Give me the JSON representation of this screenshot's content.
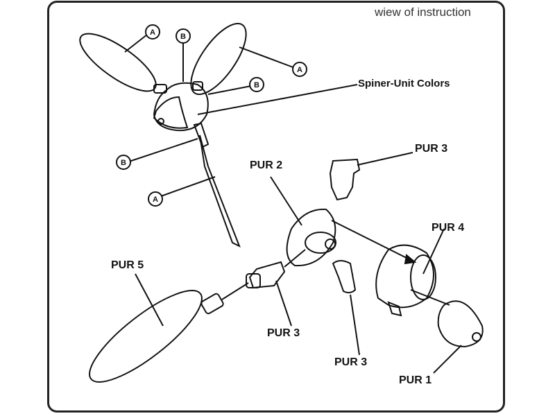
{
  "title": "wiew of instruction",
  "callout_labels": {
    "A": "A",
    "B": "B"
  },
  "labels": {
    "spinner": "Spiner-Unit Colors",
    "pur1": "PUR 1",
    "pur2": "PUR 2",
    "pur3_top": "PUR 3",
    "pur3_mid": "PUR 3",
    "pur3_bottom": "PUR 3",
    "pur4": "PUR 4",
    "pur5": "PUR 5"
  }
}
